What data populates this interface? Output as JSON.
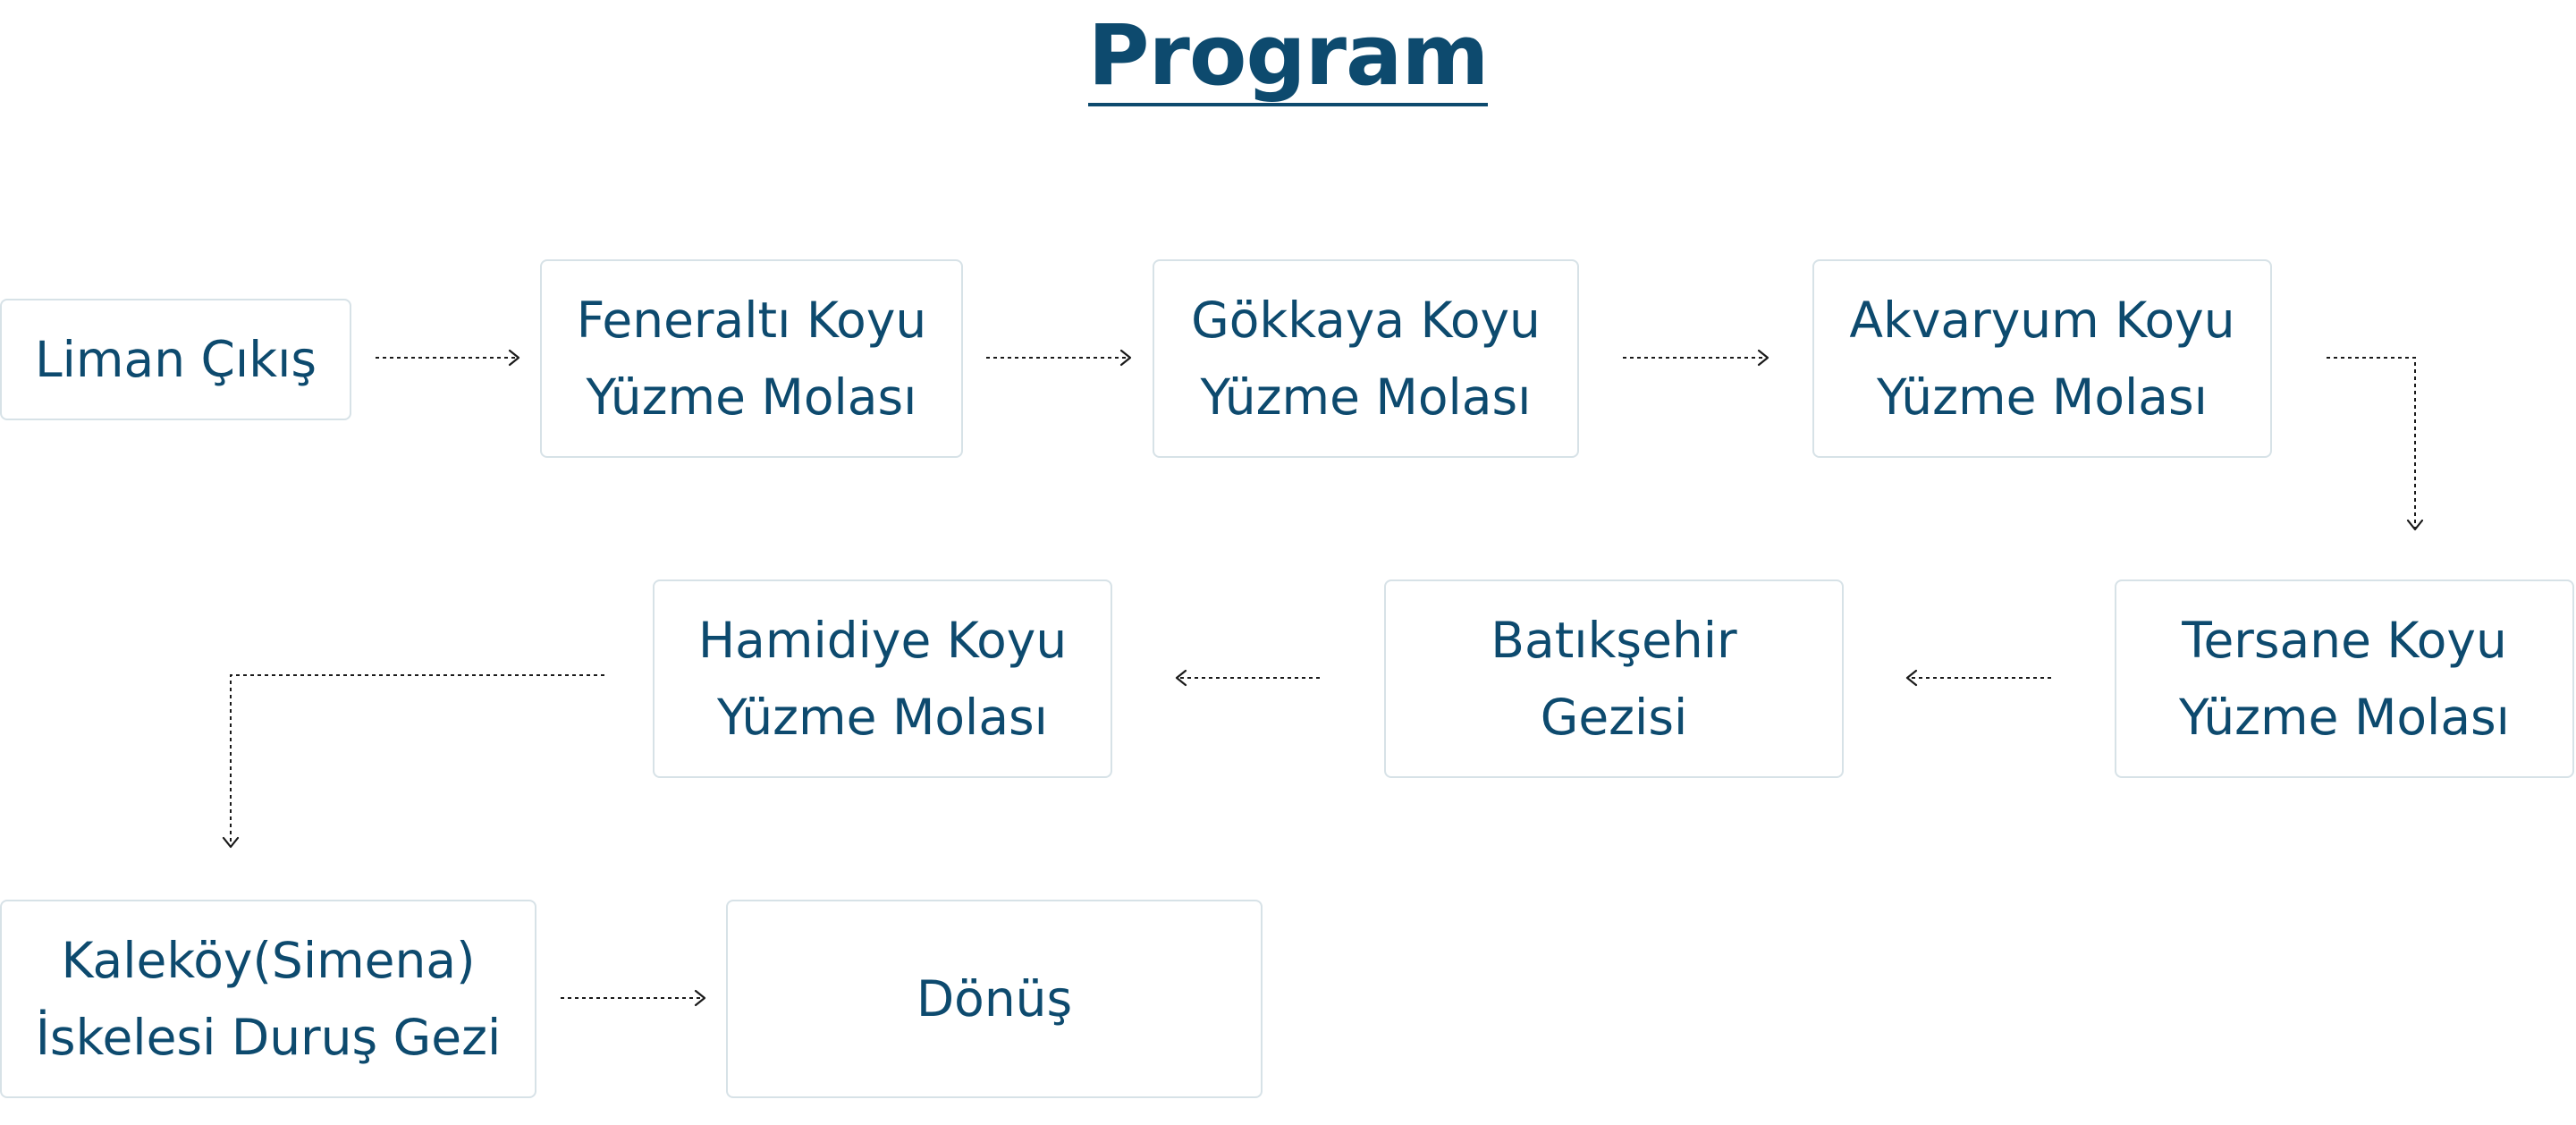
{
  "title": "Program",
  "nodes": [
    {
      "id": "liman-cikis",
      "label": "Liman Çıkış"
    },
    {
      "id": "feneralti",
      "label": "Feneraltı Koyu\nYüzme Molası"
    },
    {
      "id": "gokkaya",
      "label": "Gökkaya Koyu\nYüzme Molası"
    },
    {
      "id": "akvaryum",
      "label": "Akvaryum Koyu\nYüzme Molası"
    },
    {
      "id": "tersane",
      "label": "Tersane Koyu\nYüzme Molası"
    },
    {
      "id": "batiksehir",
      "label": "Batıkşehir\nGezisi"
    },
    {
      "id": "hamidiye",
      "label": "Hamidiye Koyu\nYüzme Molası"
    },
    {
      "id": "kalekoy",
      "label": "Kaleköy(Simena)\nİskelesi Duruş Gezi"
    },
    {
      "id": "donus",
      "label": "Dönüş"
    }
  ],
  "edges": [
    [
      "liman-cikis",
      "feneralti"
    ],
    [
      "feneralti",
      "gokkaya"
    ],
    [
      "gokkaya",
      "akvaryum"
    ],
    [
      "akvaryum",
      "tersane"
    ],
    [
      "tersane",
      "batiksehir"
    ],
    [
      "batiksehir",
      "hamidiye"
    ],
    [
      "hamidiye",
      "kalekoy"
    ],
    [
      "kalekoy",
      "donus"
    ]
  ],
  "colors": {
    "text": "#0d4a6e",
    "box_border": "#d7e2e7",
    "connector": "#1a1a1a"
  }
}
